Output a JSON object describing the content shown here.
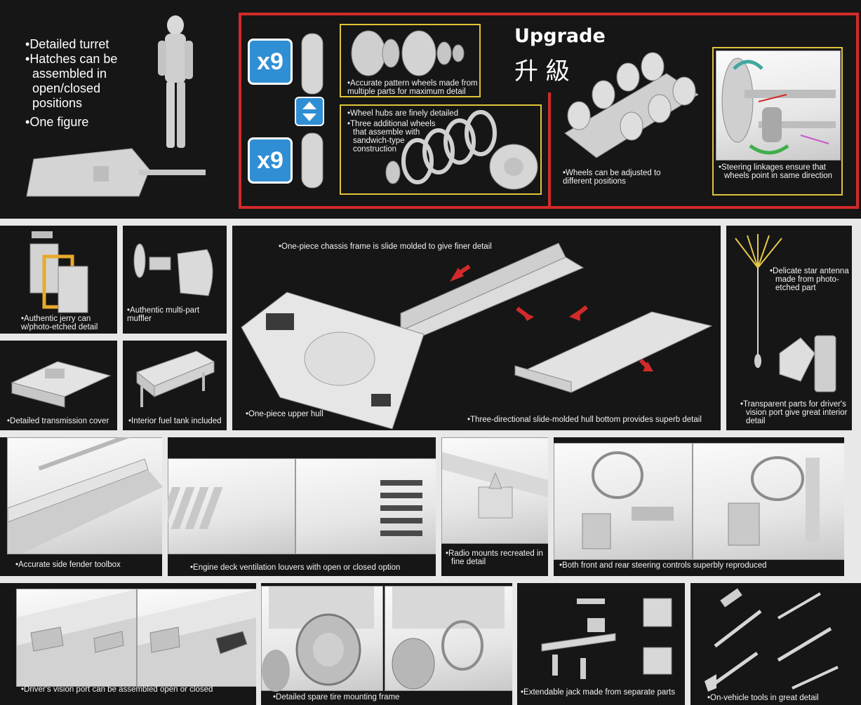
{
  "top": {
    "features": [
      "Detailed turret",
      "Hatches can be assembled in open/closed positions",
      "One figure"
    ],
    "upgrade_title": "Upgrade",
    "upgrade_cjk": "升 級",
    "badge_top": "x9",
    "badge_bottom": "x9",
    "wheel_caption_top": "Accurate pattern wheels made from multiple parts for maximum detail",
    "wheel_caption_bottom_1": "Wheel hubs are finely detailed",
    "wheel_caption_bottom_2": "Three additional wheels that assemble with sandwich-type construction",
    "adjust_caption": "Wheels can be adjusted to different positions",
    "steering_caption": "Steering linkages ensure that wheels point in same direction"
  },
  "row2": {
    "jerry": "Authentic jerry can w/photo-etched detail",
    "muffler": "Authentic multi-part muffler",
    "chassis": "One-piece chassis frame is slide molded to give finer detail",
    "upper_hull": "One-piece upper hull",
    "hull_bottom": "Three-directional slide-molded hull bottom provides superb detail",
    "antenna": "Delicate star antenna made from photo-etched part",
    "vision_transparent": "Transparent parts for driver's vision port give great interior detail",
    "transmission": "Detailed transmission cover",
    "fuel_tank": "Interior fuel tank included"
  },
  "row3": {
    "toolbox": "Accurate side fender toolbox",
    "louvers": "Engine deck ventilation louvers with open or closed option",
    "radio": "Radio mounts recreated in fine detail",
    "steering": "Both front and rear steering controls superbly reproduced"
  },
  "row4": {
    "vision_port": "Driver's vision port can be assembled open or closed",
    "spare_tire": "Detailed spare tire mounting frame",
    "jack": "Extendable jack made from separate parts",
    "tools": "On-vehicle tools in great detail"
  },
  "colors": {
    "accent_red": "#d22a2a",
    "accent_yellow": "#e0c43a",
    "badge_blue": "#2f8ed4",
    "panel": "#161616"
  }
}
